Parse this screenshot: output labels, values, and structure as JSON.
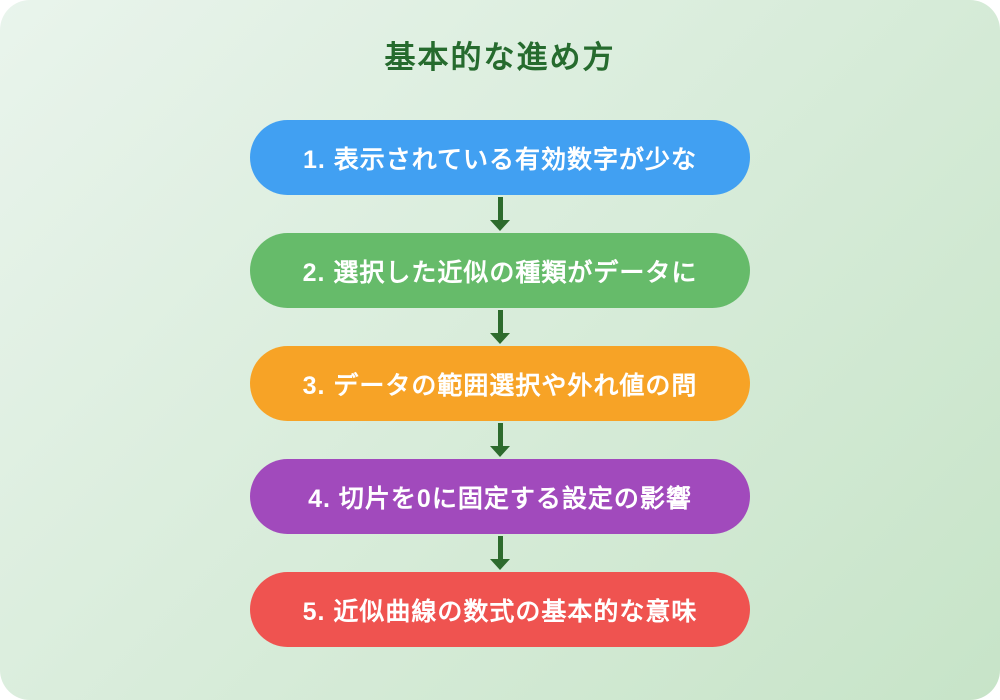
{
  "page": {
    "title": "基本的な進め方",
    "colors": {
      "background_start": "#e9f4ec",
      "background_end": "#c7e4c8",
      "title_text": "#266b2e",
      "arrow": "#2d6b2d",
      "step_text": "#ffffff"
    },
    "steps": [
      {
        "label": "1. 表示されている有効数字が少な",
        "color": "#41a0f2"
      },
      {
        "label": "2. 選択した近似の種類がデータに",
        "color": "#66bb6a"
      },
      {
        "label": "3. データの範囲選択や外れ値の問",
        "color": "#f7a326"
      },
      {
        "label": "4. 切片を0に固定する設定の影響",
        "color": "#a14abc"
      },
      {
        "label": "5. 近似曲線の数式の基本的な意味",
        "color": "#ef5350"
      }
    ]
  }
}
